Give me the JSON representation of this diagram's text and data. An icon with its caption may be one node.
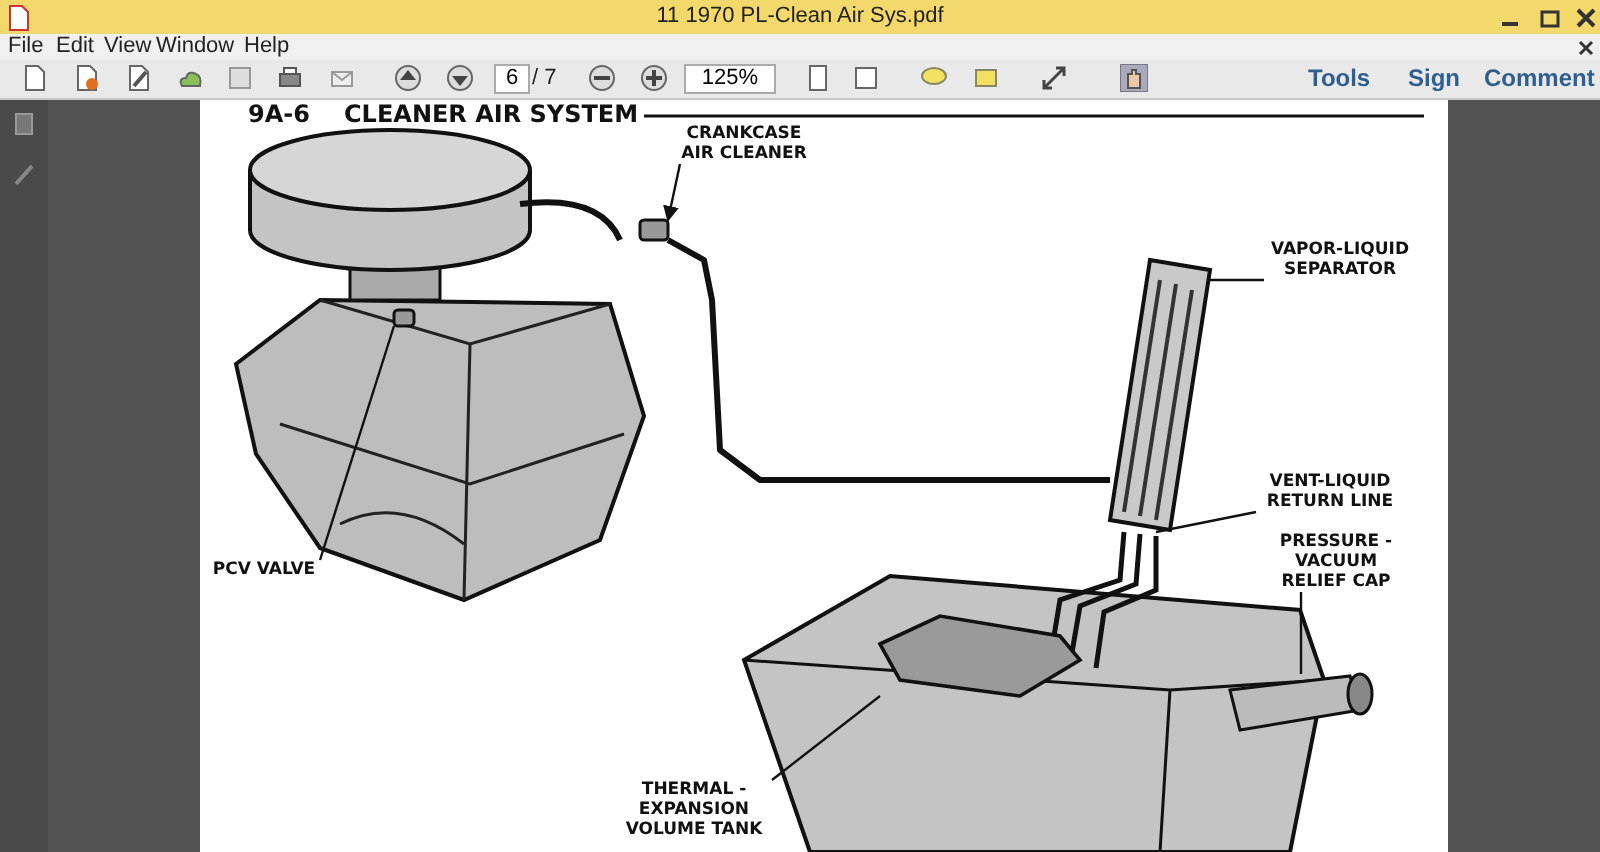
{
  "diagram": {
    "title": "CLEANER AIR SYSTEM",
    "nodes": [
      {
        "text": [
          "CRANKCASE AIR CLEANER"
        ]
      },
      {
        "text": [],
        "shape": "box"
      },
      {
        "text": [
          "PCV VALVE"
        ]
      },
      {
        "text": [],
        "shape": "box"
      },
      {
        "text": [
          "VAPOR-LIQUID SEPARATOR"
        ]
      },
      {
        "text": [],
        "shape": "picture"
      },
      {
        "text": [
          "VENT-LIQUID RETURN LINE"
        ]
      },
      {
        "text": [],
        "shape": "picture"
      },
      {
        "text": [
          "PRESSURE - VACUUM RELIEF CAP"
        ]
      },
      {
        "text": [],
        "shape": "picture"
      },
      {
        "text": [
          "THERMAL - EXPANSION VOLUME TANK"
        ]
      },
      {
        "text": [],
        "shape": "picture"
      }
    ],
    "edges": [
      {
        "from": 0,
        "to": 1,
        "arrow": "to"
      },
      {
        "from": 2,
        "to": 3,
        "arrow": "none"
      },
      {
        "from": 4,
        "to": 5,
        "arrow": "none"
      },
      {
        "from": 6,
        "to": 7,
        "arrow": "none"
      },
      {
        "from": 8,
        "to": 9,
        "arrow": "none"
      },
      {
        "from": 10,
        "to": 11,
        "arrow": "none"
      },
      {
        "from": 1,
        "to": 5,
        "arrow": "none",
        "style": "thick"
      }
    ],
    "labels": [
      "11 1970 PL-Clean Air Sys.pdf",
      "File",
      "Edit",
      "View",
      "Window",
      "Help",
      "6",
      "/ 7",
      "125%",
      "Tools",
      "Sign",
      "Comment",
      "9A-6"
    ]
  }
}
